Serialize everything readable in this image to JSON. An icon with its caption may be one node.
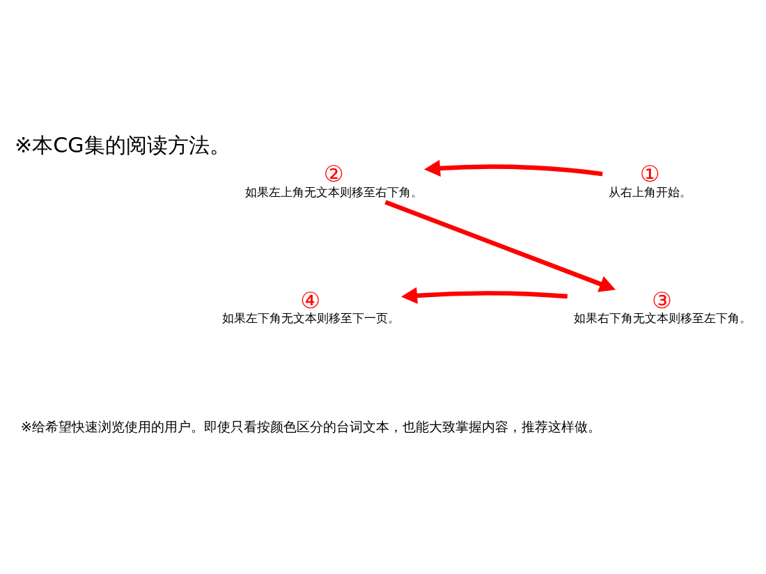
{
  "diagram": {
    "title": "※本CG集的阅读方法。",
    "nodes": [
      {
        "text": [
          "①",
          "从右上角开始。"
        ]
      },
      {
        "text": [
          "②",
          "如果左上角无文本则移至右下角。"
        ]
      },
      {
        "text": [
          "③",
          "如果右下角无文本则移至左下角。"
        ]
      },
      {
        "text": [
          "④",
          "如果左下角无文本则移至下一页。"
        ]
      }
    ],
    "edges": [
      {
        "from": 0,
        "to": 1,
        "arrow": "to"
      },
      {
        "from": 1,
        "to": 2,
        "arrow": "to"
      },
      {
        "from": 2,
        "to": 3,
        "arrow": "to"
      }
    ],
    "labels": [
      "※给希望快速浏览使用的用户。即使只看按颜色区分的台词文本，也能大致掌握内容，推荐这样做。"
    ]
  }
}
